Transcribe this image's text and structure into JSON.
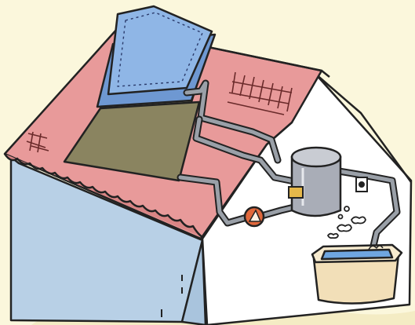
{
  "illustration": {
    "subject": "solar-water-heating-system",
    "colors": {
      "background": "#fbf7dc",
      "roof": "#e89a9a",
      "roof_dark": "#c97272",
      "wall_blue": "#b8d0e6",
      "wall_white": "#ffffff",
      "panel_blue": "#7ea8dc",
      "panel_olive": "#8a8460",
      "tank": "#a9adb7",
      "pipe": "#8e939c",
      "pump": "#e0683c",
      "tub": "#f2dfb8",
      "water": "#6fa6e0",
      "outline": "#222222"
    },
    "icons": [
      "solar-collector-panel",
      "storage-tank",
      "circulation-pump",
      "bathtub",
      "wall-outlet",
      "steam-puffs"
    ]
  }
}
